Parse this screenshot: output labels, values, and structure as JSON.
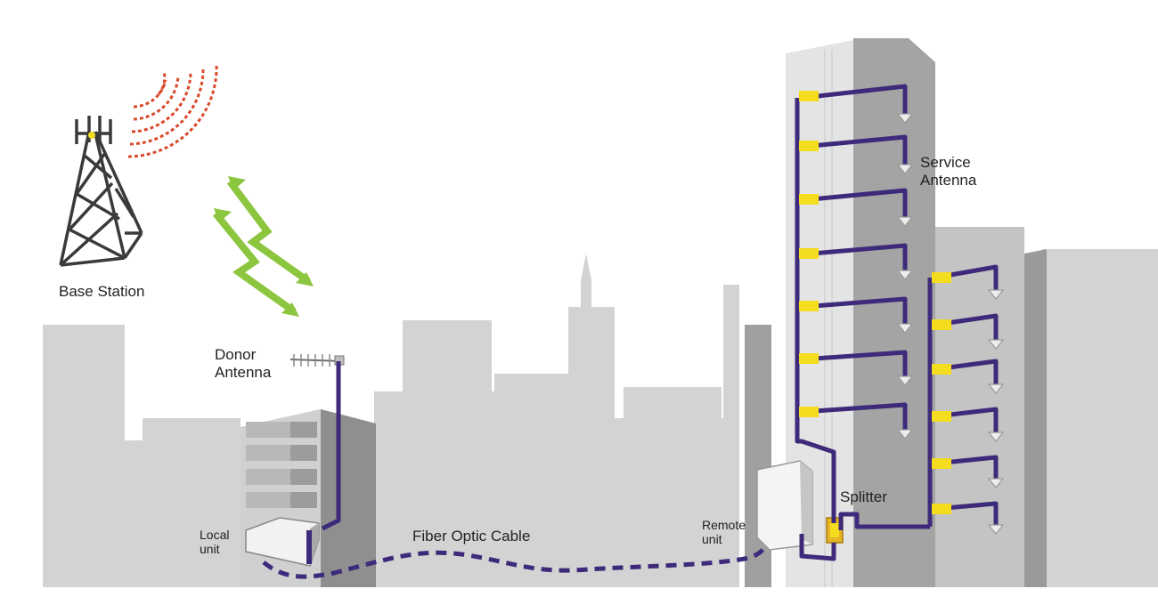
{
  "labels": {
    "base_station": "Base Station",
    "donor_antenna_line1": "Donor",
    "donor_antenna_line2": "Antenna",
    "service_antenna_line1": "Service",
    "service_antenna_line2": "Antenna",
    "local_unit_line1": "Local",
    "local_unit_line2": "unit",
    "fiber_optic_cable": "Fiber Optic Cable",
    "remote_unit_line1": "Remote",
    "remote_unit_line2": "unit",
    "splitter": "Splitter"
  },
  "colors": {
    "skyline": "#d3d3d3",
    "building_dark": "#9a9a9a",
    "cable": "#3d2a7a",
    "coupler": "#f3dd1e",
    "signal_arrow": "#8cc63f",
    "radio_wave": "#d94a2b",
    "tower": "#3a3a3a"
  }
}
